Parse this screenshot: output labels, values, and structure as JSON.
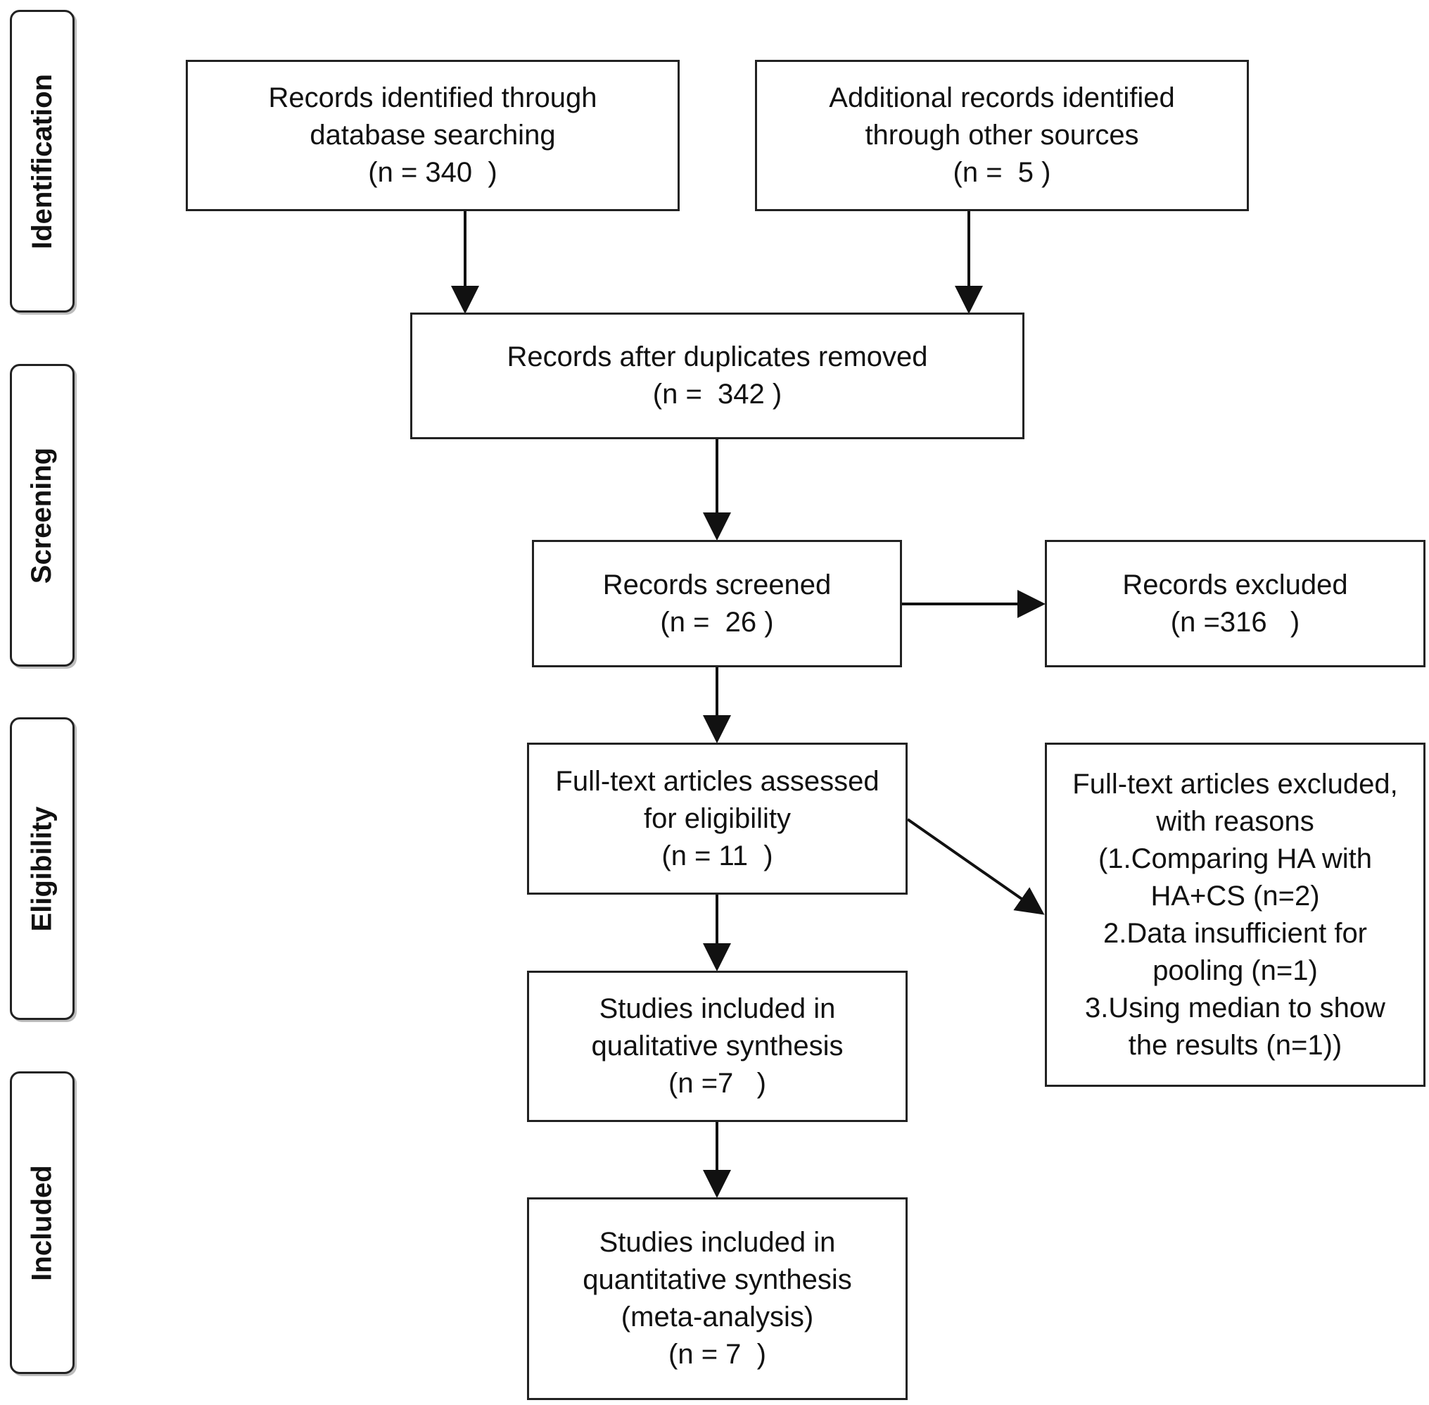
{
  "phases": {
    "identification": "Identification",
    "screening": "Screening",
    "eligibility": "Eligibility",
    "included": "Included"
  },
  "boxes": {
    "database_records": {
      "line1": "Records identified through",
      "line2": "database searching",
      "line3": "(n = 340  )"
    },
    "other_records": {
      "line1": "Additional records identified",
      "line2": "through other sources",
      "line3": "(n =  5 )"
    },
    "after_duplicates": {
      "line1": "Records after duplicates removed",
      "line2": "(n =  342 )"
    },
    "screened": {
      "line1": "Records screened",
      "line2": "(n =  26 )"
    },
    "excluded": {
      "line1": "Records excluded",
      "line2": "(n =316   )"
    },
    "fulltext_assessed": {
      "line1": "Full-text articles assessed",
      "line2": "for eligibility",
      "line3": "(n = 11  )"
    },
    "fulltext_excluded": {
      "line1": "Full-text articles excluded,",
      "line2": "with reasons",
      "line3": "(1.Comparing HA with",
      "line4": "HA+CS (n=2)",
      "line5": "2.Data insufficient for",
      "line6": "pooling (n=1)",
      "line7": "3.Using median to show",
      "line8": "the results (n=1))"
    },
    "qualitative": {
      "line1": "Studies included in",
      "line2": "qualitative synthesis",
      "line3": "(n =7   )"
    },
    "quantitative": {
      "line1": "Studies included in",
      "line2": "quantitative synthesis",
      "line3": "(meta-analysis)",
      "line4": "(n = 7  )"
    }
  },
  "colors": {
    "stroke": "#222222",
    "text": "#111111",
    "background": "#ffffff"
  }
}
